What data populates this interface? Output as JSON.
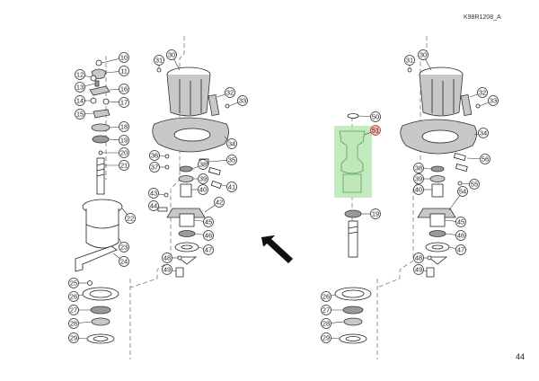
{
  "document_code": "K98R1208_A",
  "page_number": "44",
  "arrow_icon": "bold-diagonal-arrow-icon",
  "highlight_color": "#b9e6b3",
  "callout_highlight_color": "#f6b3b3",
  "left_assembly": {
    "callouts": [
      "10",
      "11",
      "12",
      "13",
      "14",
      "15",
      "16",
      "17",
      "18",
      "19",
      "20",
      "21",
      "22",
      "23",
      "24",
      "25",
      "26",
      "27",
      "28",
      "29",
      "30",
      "31",
      "32",
      "33",
      "34",
      "35",
      "36",
      "37",
      "38",
      "39",
      "40",
      "41",
      "42",
      "43",
      "44",
      "45",
      "46",
      "47",
      "48",
      "49"
    ]
  },
  "right_assembly": {
    "callouts": [
      "30",
      "31",
      "32",
      "33",
      "34",
      "50",
      "51",
      "56",
      "38",
      "39",
      "40",
      "54",
      "55",
      "19",
      "45",
      "46",
      "47",
      "48",
      "49",
      "26",
      "27",
      "28",
      "29"
    ],
    "highlighted_callout": "51"
  }
}
